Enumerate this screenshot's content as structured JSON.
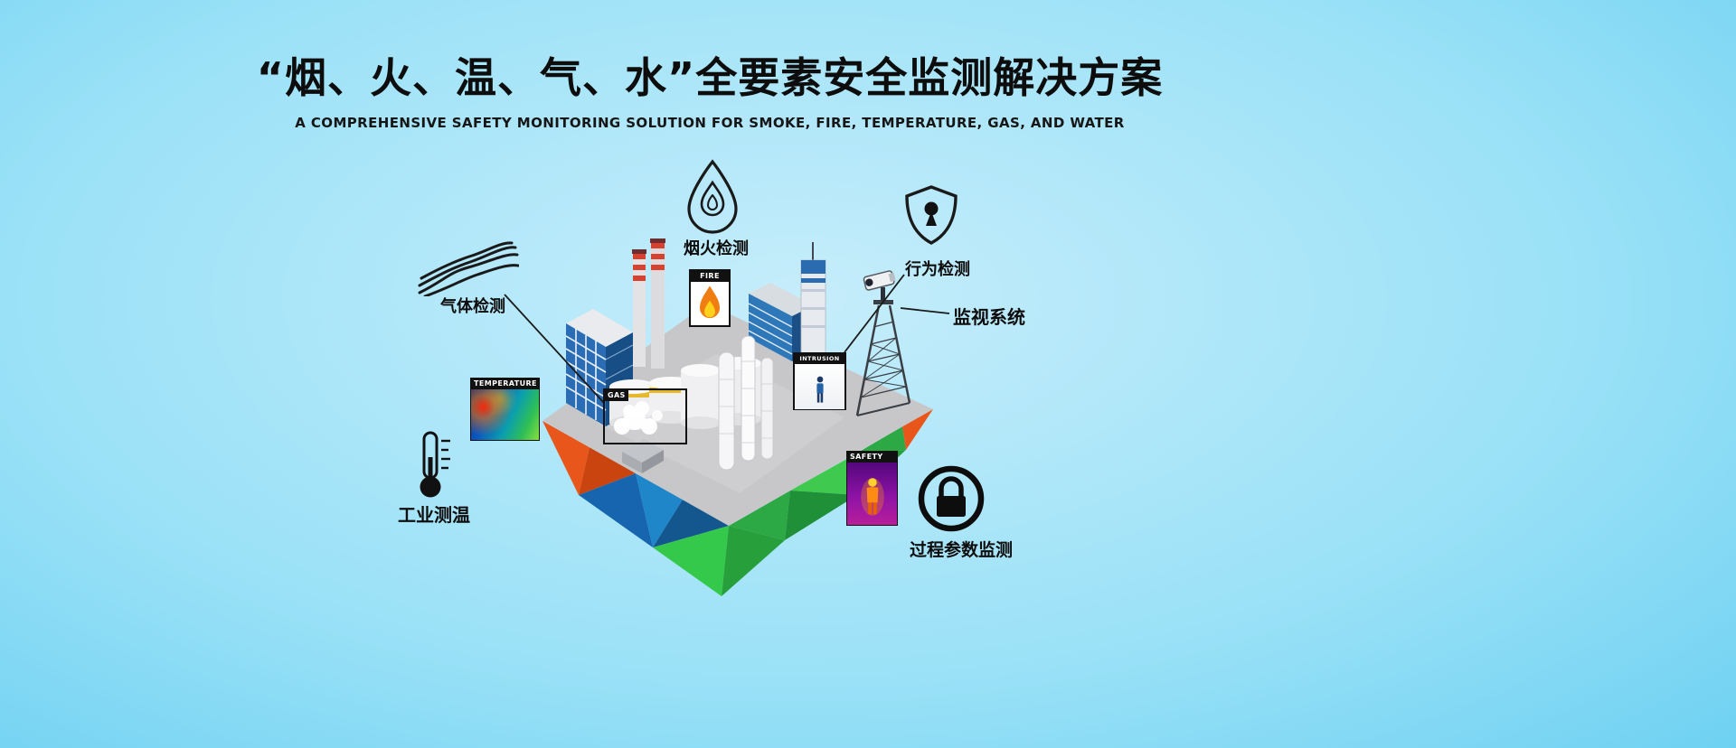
{
  "header": {
    "title": "“烟、火、温、气、水”全要素安全监测解决方案",
    "subtitle": "A COMPREHENSIVE SAFETY MONITORING SOLUTION FOR SMOKE, FIRE, TEMPERATURE, GAS, AND WATER"
  },
  "callouts": {
    "gas": {
      "label": "气体检测"
    },
    "smoke_fire": {
      "label": "烟火检测"
    },
    "behavior": {
      "label": "行为检测"
    },
    "surveillance": {
      "label": "监视系统"
    },
    "industrial_temp": {
      "label": "工业测温"
    },
    "process_params": {
      "label": "过程参数监测"
    }
  },
  "scene_tags": {
    "temperature": "TEMPERATURE",
    "fire": "FIRE",
    "gas": "GAS",
    "intrusion": "INTRUSION",
    "safety": "SAFETY"
  },
  "icons": {
    "gas": "smoke-waves-icon",
    "smoke_fire": "flame-droplet-icon",
    "behavior": "shield-keyhole-icon",
    "surveillance": "cctv-camera-tower",
    "industrial_temp": "thermometer-icon",
    "process_params": "padlock-circle-icon"
  },
  "colors": {
    "background_sky": "#63cdf0",
    "background_light": "#c6edfb",
    "title_text": "#0d0d0d",
    "platform_gray": "#c7c7c9",
    "island_orange": "#e8561b",
    "island_blue": "#1765ae",
    "island_green": "#35c94b",
    "tag_black": "#111111",
    "flame_orange": "#f07d12",
    "thermal_purple": "#8e13a6"
  }
}
